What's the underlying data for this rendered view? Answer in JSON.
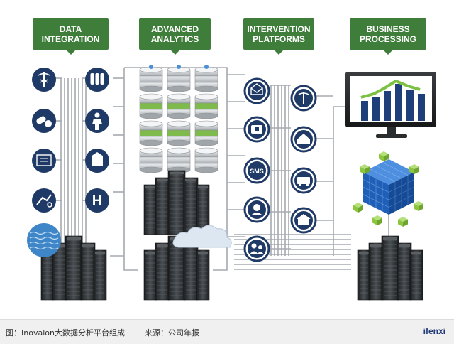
{
  "headers": [
    {
      "id": "data",
      "text": "DATA\nINTEGRATION"
    },
    {
      "id": "analytics",
      "text": "ADVANCED\nANALYTICS"
    },
    {
      "id": "intervention",
      "text": "INTERVENTION\nPLATFORMS"
    },
    {
      "id": "business",
      "text": "BUSINESS\nPROCESSING"
    }
  ],
  "data_icons": [
    "lab-caduceus-icon",
    "vials-icon",
    "pills-icon",
    "person-icon",
    "records-icon",
    "building-icon",
    "handshake-icon",
    "hospital-h-icon"
  ],
  "hospital_letter": "H",
  "intervention_left_icons": [
    "mail-icon",
    "phone-icon",
    "sms-icon",
    "call-center-icon",
    "people-icon"
  ],
  "intervention_right_icons": [
    "caduceus-icon",
    "house-icon",
    "mobile-clinic-icon",
    "store-icon"
  ],
  "sms_label": "SMS",
  "colors": {
    "header_green": "#3e7d3a",
    "icon_navy": "#1f3a66",
    "line_gray": "#a5aab0",
    "server_dark": "#2f3336",
    "bar_navy": "#1f3f7a",
    "trend_green": "#7dc142",
    "cube_blue": "#1f5fb7",
    "green_cube": "#8cc63f"
  },
  "caption": {
    "left": "图：Inovalon大数据分析平台组成",
    "right": "来源：公司年报",
    "brand": "ifenxi"
  }
}
